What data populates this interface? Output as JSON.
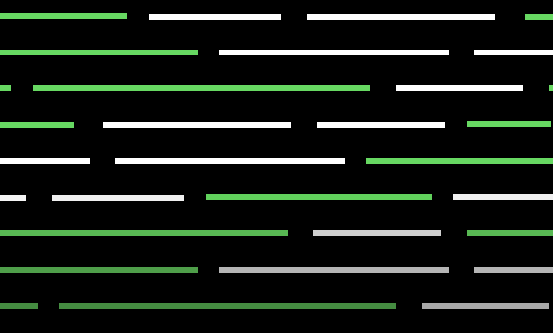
{
  "background_color": "#000000",
  "bars": [
    {
      "id": "b-1-1",
      "color": "#67d862"
    },
    {
      "id": "b-1-2",
      "color": "#ffffff"
    },
    {
      "id": "b-1-3",
      "color": "#ffffff"
    },
    {
      "id": "b-1-4",
      "color": "#67d862"
    },
    {
      "id": "b-2-1",
      "color": "#67d862"
    },
    {
      "id": "b-2-2",
      "color": "#ffffff"
    },
    {
      "id": "b-2-3",
      "color": "#ffffff"
    },
    {
      "id": "b-3-1",
      "color": "#67d862"
    },
    {
      "id": "b-3-2",
      "color": "#67d862"
    },
    {
      "id": "b-3-3",
      "color": "#ffffff"
    },
    {
      "id": "b-3-4",
      "color": "#67d862"
    },
    {
      "id": "b-4-1",
      "color": "#67d862"
    },
    {
      "id": "b-4-2",
      "color": "#ffffff"
    },
    {
      "id": "b-4-3",
      "color": "#ffffff"
    },
    {
      "id": "b-4-4",
      "color": "#67d862"
    },
    {
      "id": "b-5-1",
      "color": "#ffffff"
    },
    {
      "id": "b-5-2",
      "color": "#ffffff"
    },
    {
      "id": "b-5-3",
      "color": "#67d862"
    },
    {
      "id": "b-6-1",
      "color": "#f5f5f5"
    },
    {
      "id": "b-6-2",
      "color": "#f0f0f0"
    },
    {
      "id": "b-6-3",
      "color": "#61d15c"
    },
    {
      "id": "b-6-4",
      "color": "#f0f0f0"
    },
    {
      "id": "b-7-1",
      "color": "#58b853"
    },
    {
      "id": "b-7-2",
      "color": "#cfcfcf"
    },
    {
      "id": "b-7-3",
      "color": "#58b853"
    },
    {
      "id": "b-8-1",
      "color": "#4f9f4a"
    },
    {
      "id": "b-8-2",
      "color": "#b5b5b5"
    },
    {
      "id": "b-8-3",
      "color": "#b5b5b5"
    },
    {
      "id": "b-9-1",
      "color": "#458c41"
    },
    {
      "id": "b-9-2",
      "color": "#458c41"
    },
    {
      "id": "b-9-3",
      "color": "#a8a8a8"
    }
  ]
}
